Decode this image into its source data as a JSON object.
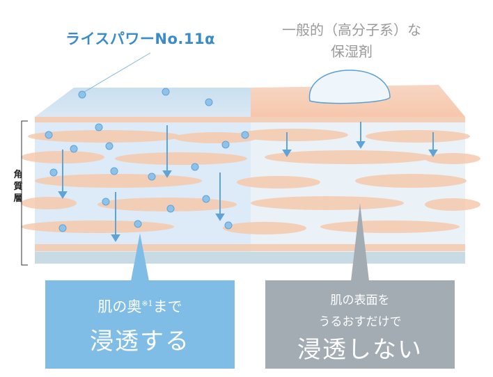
{
  "labels": {
    "product": "ライスパワーNo.11α",
    "generic_line1": "一般的（高分子系）な",
    "generic_line2": "保湿剤",
    "stratum_corneum": "角質層"
  },
  "left_box": {
    "line1": "肌の奥",
    "footnote": "※1",
    "line1_end": "まで",
    "big": "浸透する"
  },
  "right_box": {
    "line1": "肌の表面を",
    "line2": "うるおすだけで",
    "big": "浸透しない"
  },
  "colors": {
    "blue_text": "#3a8cc8",
    "blue_box": "#7fbde6",
    "gray_box": "#a3abb3",
    "skin_layer": "#f6c9ad",
    "moisture": "#d5e9f7"
  }
}
